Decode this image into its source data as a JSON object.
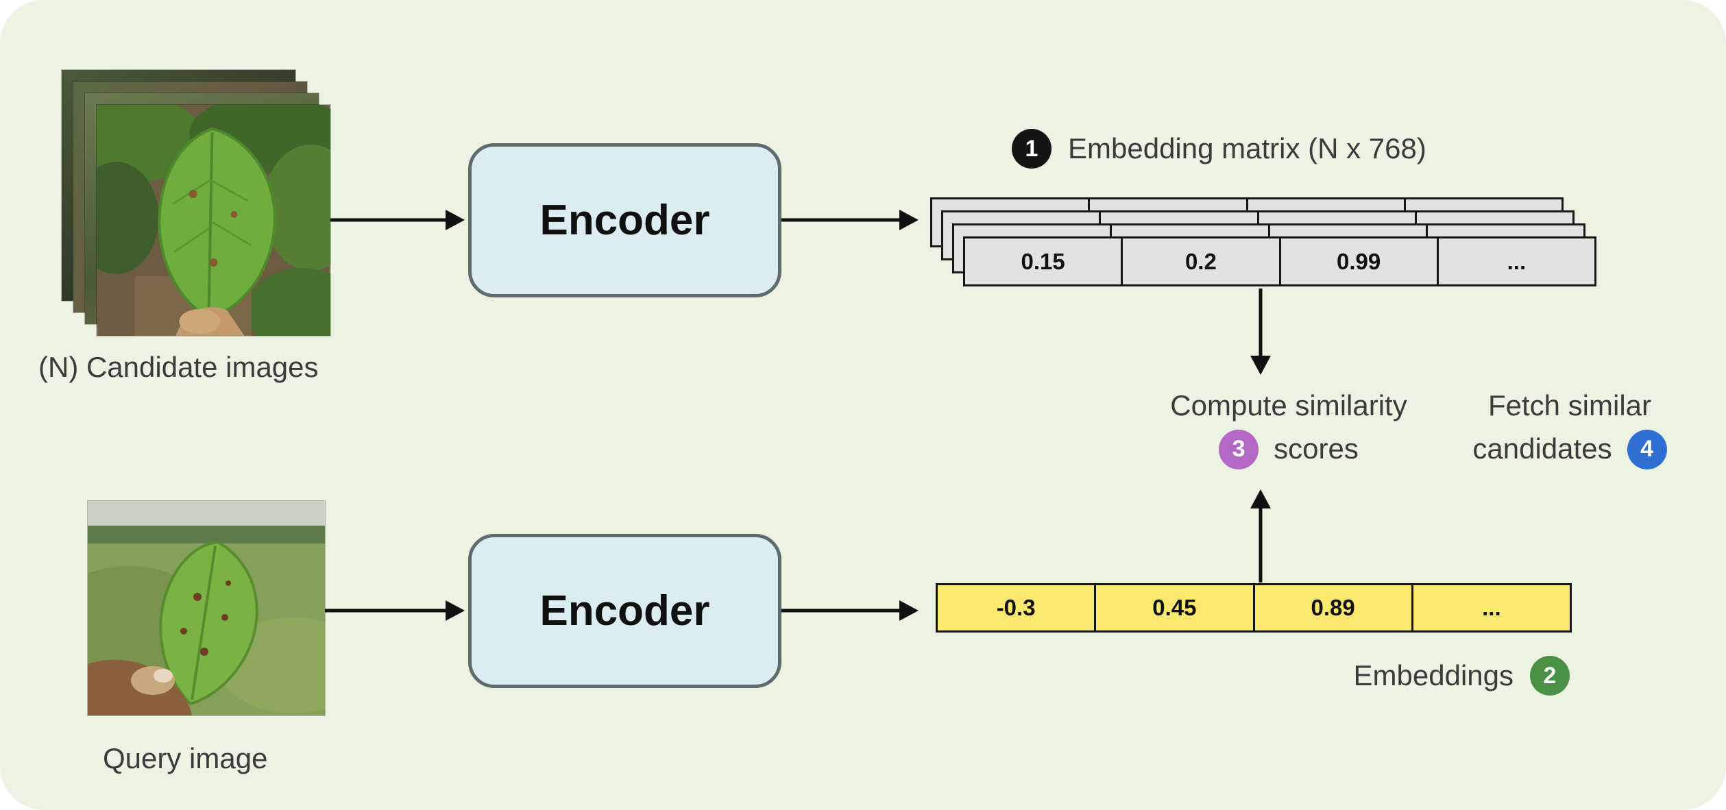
{
  "canvas": {
    "background": "#edf3e2"
  },
  "candidates": {
    "label": "(N) Candidate images"
  },
  "query": {
    "label": "Query image"
  },
  "encoders": {
    "top": "Encoder",
    "bottom": "Encoder"
  },
  "steps": {
    "1": {
      "num": "1",
      "label": "Embedding matrix (N x 768)",
      "color": "#141414"
    },
    "2": {
      "num": "2",
      "label": "Embeddings",
      "color": "#4a9146"
    },
    "3": {
      "num": "3",
      "line1": "Compute similarity",
      "line2": "scores",
      "color": "#b468c6"
    },
    "4": {
      "num": "4",
      "line1": "Fetch similar",
      "line2": "candidates",
      "color": "#2d6fd3"
    }
  },
  "matrix": {
    "cells": [
      "0.15",
      "0.2",
      "0.99",
      "..."
    ],
    "cell_color": "#e2e2e2"
  },
  "embedding": {
    "cells": [
      "-0.3",
      "0.45",
      "0.89",
      "..."
    ],
    "cell_color": "#fbe86f"
  }
}
